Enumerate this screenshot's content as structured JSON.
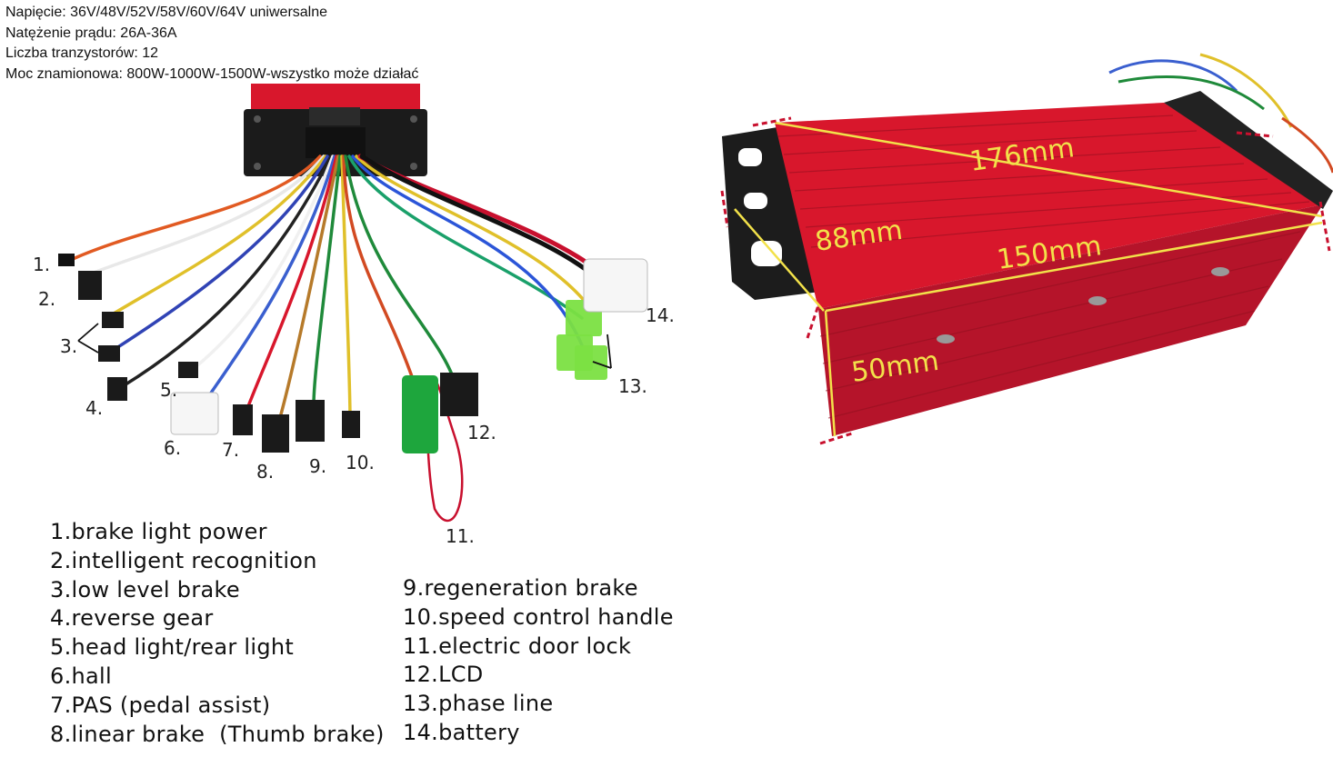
{
  "specs": [
    "Napięcie: 36V/48V/52V/58V/60V/64V uniwersalne",
    "Natężenie prądu: 26A-36A",
    "Liczba tranzystorów: 12",
    "Moc znamionowa: 800W-1000W-1500W-wszystko może działać"
  ],
  "connector_numbers": [
    "1.",
    "2.",
    "3.",
    "4.",
    "5.",
    "6.",
    "7.",
    "8.",
    "9.",
    "10.",
    "11.",
    "12.",
    "13.",
    "14."
  ],
  "legend": [
    "1.brake light power",
    "2.intelligent recognition",
    "3.low level brake",
    "4.reverse gear",
    "5.head light/rear light",
    "6.hall",
    "7.PAS (pedal assist)",
    "8.linear brake  (Thumb brake)",
    "9.regeneration brake",
    "10.speed control handle",
    "11.electric door lock",
    "12.LCD",
    "13.phase line",
    "14.battery"
  ],
  "dimensions": {
    "length_top": "176mm",
    "width": "88mm",
    "length_bottom": "150mm",
    "height": "50mm"
  },
  "colors": {
    "housing_red": "#d8172c",
    "dimension_line": "#f2e14a",
    "marker_red": "#c8102e",
    "connector_green": "#7be042"
  }
}
